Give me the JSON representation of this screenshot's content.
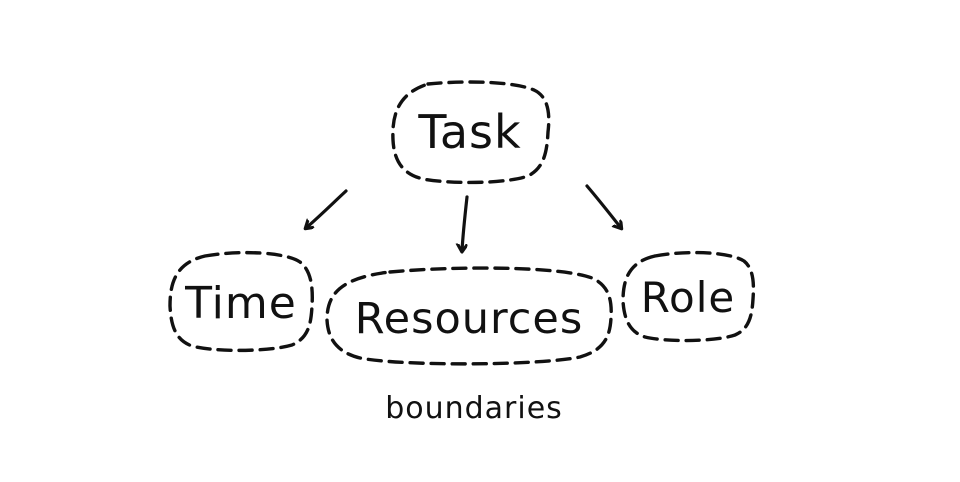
{
  "diagram": {
    "background_color": "#ffffff",
    "stroke_color": "#111111",
    "nodes": {
      "task": {
        "label": "Task"
      },
      "time": {
        "label": "Time"
      },
      "resources": {
        "label": "Resources"
      },
      "role": {
        "label": "Role"
      }
    },
    "edges": [
      {
        "from": "Task",
        "to": "Time"
      },
      {
        "from": "Task",
        "to": "Resources"
      },
      {
        "from": "Task",
        "to": "Role"
      }
    ],
    "caption": "boundaries"
  }
}
